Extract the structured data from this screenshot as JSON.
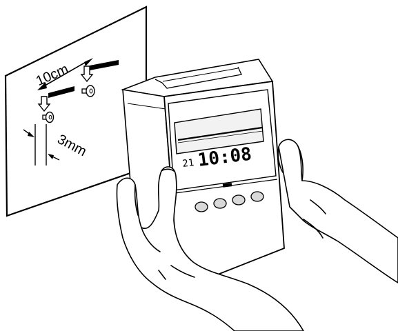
{
  "wall": {
    "spacing_label": "10cm",
    "screw_gap_label": "3mm"
  },
  "device": {
    "display_date": "21",
    "display_time": "10:08",
    "buttons": [
      "button-1",
      "button-2",
      "button-3",
      "button-4"
    ]
  },
  "colors": {
    "line": "#000000",
    "fill": "#ffffff",
    "button_fill": "#d9d9d9",
    "window_fill": "#f2f2f2"
  }
}
